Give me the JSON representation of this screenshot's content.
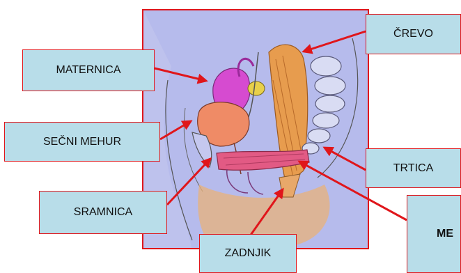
{
  "labels": {
    "materenica": "MATERNICA",
    "secni_mehur": "SEČNI MEHUR",
    "sramnica": "SRAMNICA",
    "zadnjik": "ZADNJIK",
    "crevo": "ČREVO",
    "trtica": "TRTICA",
    "mehur_partial": "ME"
  },
  "colors": {
    "frame": "#e0161b",
    "label_fill": "#b8dde9",
    "arrow": "#e0161b",
    "background": "#b8bdee"
  }
}
